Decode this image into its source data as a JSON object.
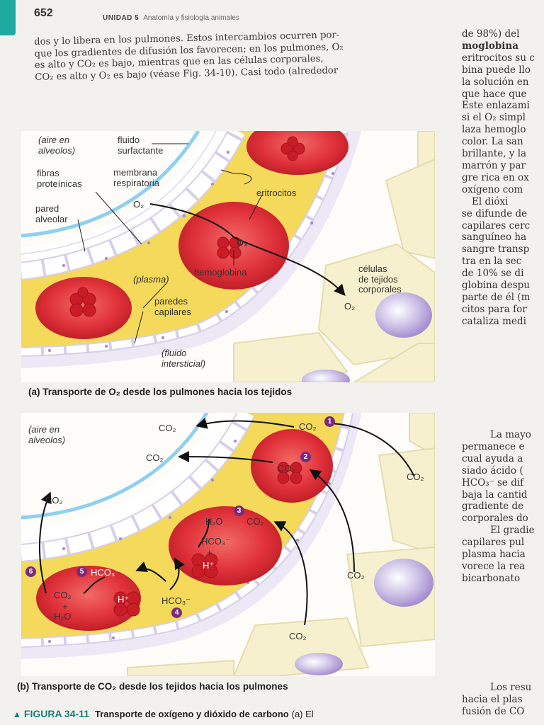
{
  "header": {
    "page_number": "652",
    "unit_label": "UNIDAD 5",
    "unit_title": "Anatomía y fisiología animales"
  },
  "left_text": [
    "dos y lo libera en los pulmones. Estos intercambios ocurren por-",
    "que los gradientes de difusión los favorecen; en los pulmones, O₂",
    "es alto y CO₂ es bajo, mientras que en las células corporales,",
    "CO₂ es alto y O₂ es bajo (véase Fig. 34-10). Casi todo (alrededor"
  ],
  "right_text_top": [
    "de 98%) del",
    "moglobina",
    "eritrocitos su c",
    "bina puede llo",
    "la solución en",
    "que hace que",
    "Este enlazami",
    "si el O₂ simpl",
    "laza hemoglo",
    "color. La san",
    "brillante, y la",
    "marrón y par",
    "gre rica en ox",
    "oxígeno com",
    "El dióxi",
    "se difunde de",
    "capilares cerc",
    "sanguíneo ha",
    "sangre transp",
    "tra en la sec",
    "de 10% se di",
    "globina despu",
    "parte de él (m",
    "citos para for",
    "cataliza medi"
  ],
  "right_text_bottom": [
    "La mayo",
    "permanece e",
    "cual ayuda a",
    "siado ácido (",
    "HCO₃⁻ se dif",
    "baja la cantid",
    "gradiente de",
    "corporales do",
    "El gradie",
    "capilares pul",
    "plasma hacia",
    "vorece la rea",
    "bicarbonato"
  ],
  "right_text_last": [
    "Los resu",
    "hacia el plas",
    "fusión de CO"
  ],
  "figure_a": {
    "labels": {
      "aire": [
        "(aire en",
        "alveolos)"
      ],
      "fluido_surf": [
        "fluido",
        "surfactante"
      ],
      "fibras": [
        "fibras",
        "proteínicas"
      ],
      "membrana": [
        "membrana",
        "respiratoria"
      ],
      "pared": [
        "pared",
        "alveolar"
      ],
      "o2": "O₂",
      "eritrocitos": "eritrocitos",
      "o2_inner": "O₂",
      "hemoglobina": "hemoglobina",
      "plasma": "(plasma)",
      "paredes": [
        "paredes",
        "capilares"
      ],
      "celulas": [
        "células",
        "de tejidos",
        "corporales"
      ],
      "o2_out": "O₂",
      "fluido_int": [
        "(fluido",
        "intersticial)"
      ]
    },
    "caption": "(a) Transporte de O₂ desde los pulmones hacia los tejidos"
  },
  "figure_b": {
    "labels": {
      "aire": [
        "(aire en",
        "alveolos)"
      ],
      "co2_a": "CO₂",
      "co2_b": "CO₂",
      "co2_1": "CO₂",
      "co2_2": "CO₂",
      "co2_right": "CO₂",
      "co2_left": "CO₂",
      "h2o": "H₂O",
      "co2_3": "CO₂",
      "hco3_inner": "HCO₃⁻",
      "plus1": "+",
      "hplus1": "H⁺",
      "hco3_5": "HCO₃⁻",
      "co2_6": "CO₂",
      "plus2": "+",
      "h2o_6": "H₂O",
      "hplus2": "H⁺",
      "hco3_4": "HCO₃⁻",
      "co2_mid": "CO₂",
      "co2_bottom": "CO₂"
    },
    "badges": [
      "1",
      "2",
      "3",
      "4",
      "5",
      "6"
    ],
    "caption": "(b) Transporte de CO₂ desde los tejidos hacia los pulmones"
  },
  "figure_caption": {
    "number": "FIGURA 34-11",
    "title": "Transporte de oxígeno y dióxido de carbono",
    "tail": "(a) El"
  },
  "colors": {
    "accent": "#1a7d7a",
    "badge": "#7a2a7d",
    "rbc": "#d8252e",
    "plasma": "#f2d04a",
    "tissue": "#f4efce"
  }
}
